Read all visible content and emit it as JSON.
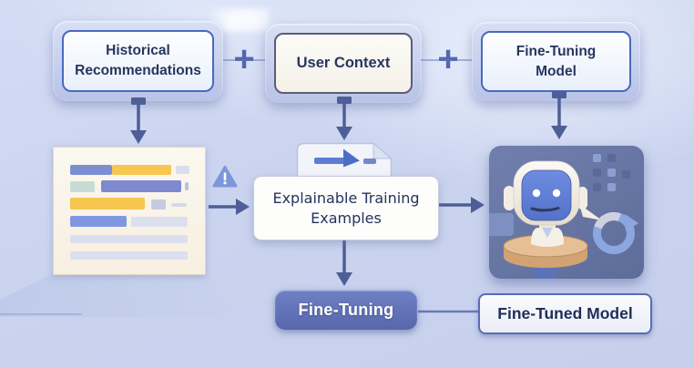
{
  "nodes": {
    "historical": {
      "label": "Historical\nRecommendations"
    },
    "user_context": {
      "label": "User Context"
    },
    "fine_tuning_model": {
      "label": "Fine-Tuning\nModel"
    },
    "explainable_examples": {
      "label": "Explainable Training\nExamples"
    },
    "fine_tuning": {
      "label": "Fine-Tuning"
    },
    "fine_tuned_model": {
      "label": "Fine-Tuned Model"
    }
  },
  "operators": {
    "plus_left": "+",
    "plus_right": "+"
  },
  "icons": {
    "warning_triangle": "warning-triangle-icon",
    "training_document": "document-with-arrow-icon",
    "data_table": "data-table-illustration",
    "robot": "robot-assistant-illustration",
    "refresh_cycle": "refresh-cycle-icon",
    "dots_grid": "dots-grid-decoration"
  },
  "colors": {
    "background": "#cbd4ef",
    "box_border_blue": "#4a69c0",
    "box_border_dark": "#595e73",
    "arrow": "#4e5e97",
    "plus": "#5068ac",
    "accent_yellow": "#f6c64f",
    "accent_blue": "#7b8fd0",
    "accent_teal": "#c7dcd5",
    "button_fill": "#6274b7",
    "button_text": "#ffffff",
    "robot_panel": "#6877a5",
    "pedestal_tan": "#ddb287",
    "text_dark": "#26365f"
  }
}
